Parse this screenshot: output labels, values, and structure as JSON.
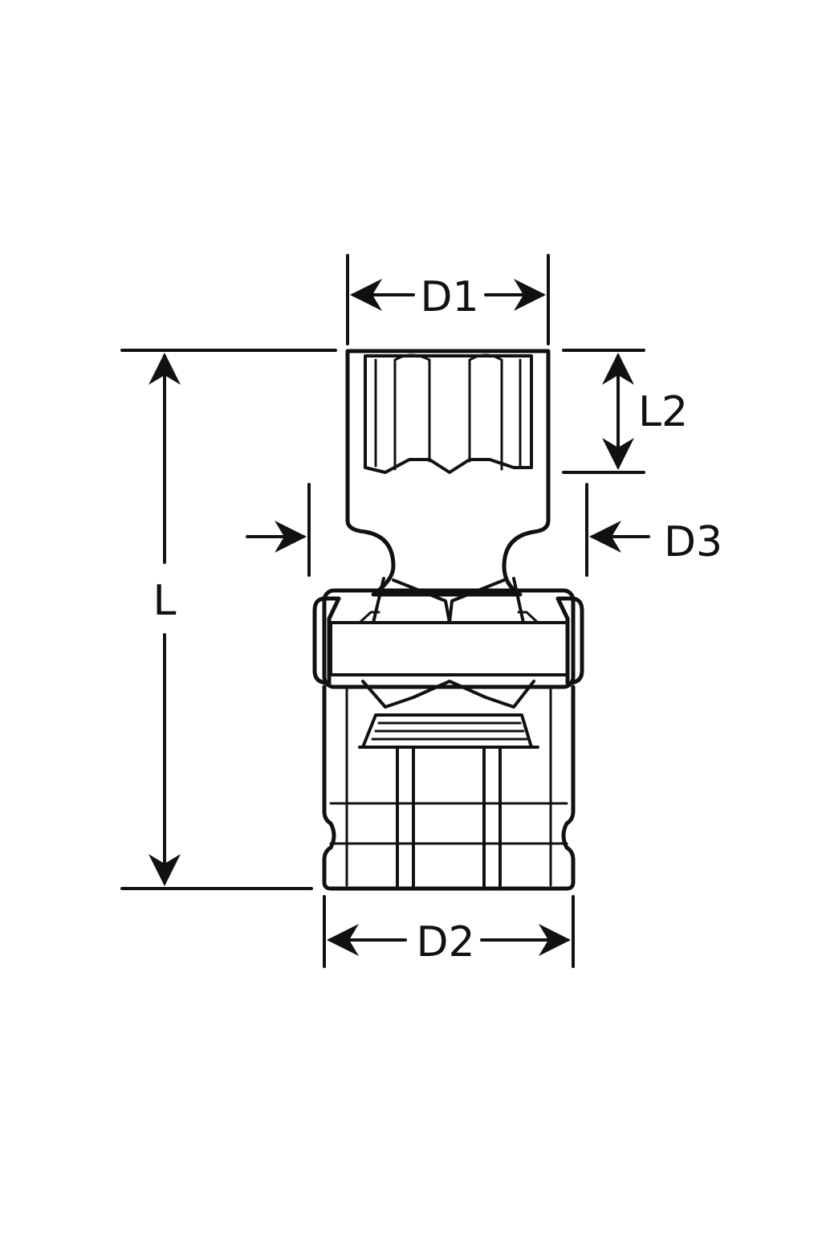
{
  "diagram": {
    "labels": {
      "d1": "D1",
      "d2": "D2",
      "d3": "D3",
      "l": "L",
      "l2": "L2"
    },
    "colors": {
      "line": "#111111",
      "background": "#ffffff"
    }
  }
}
